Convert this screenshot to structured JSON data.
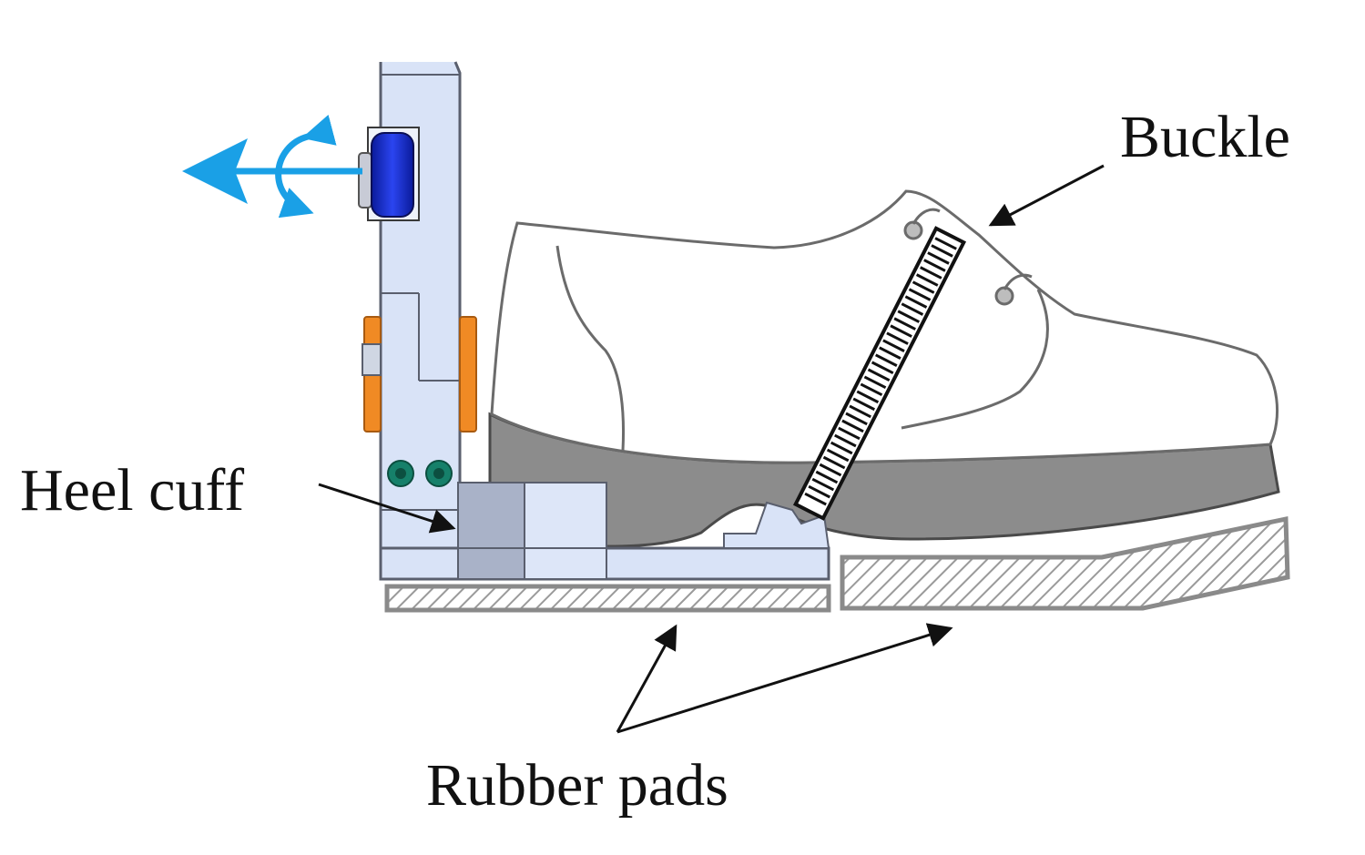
{
  "labels": {
    "buckle": "Buckle",
    "heel_cuff": "Heel cuff",
    "rubber_pads": "Rubber pads"
  },
  "colors": {
    "frame": "#d9e3f7",
    "frame_edge": "#5a5f6e",
    "motor": "#1428c8",
    "bearing": "#f08a24",
    "screw": "#16806a",
    "sole": "#8c8c8c",
    "pad_edge": "#8a8a8a",
    "arrow": "#1aa0e6",
    "shoe_outline": "#6b6b6b"
  },
  "icons": {
    "motion": "bidirectional-rotation-arrow-icon"
  }
}
